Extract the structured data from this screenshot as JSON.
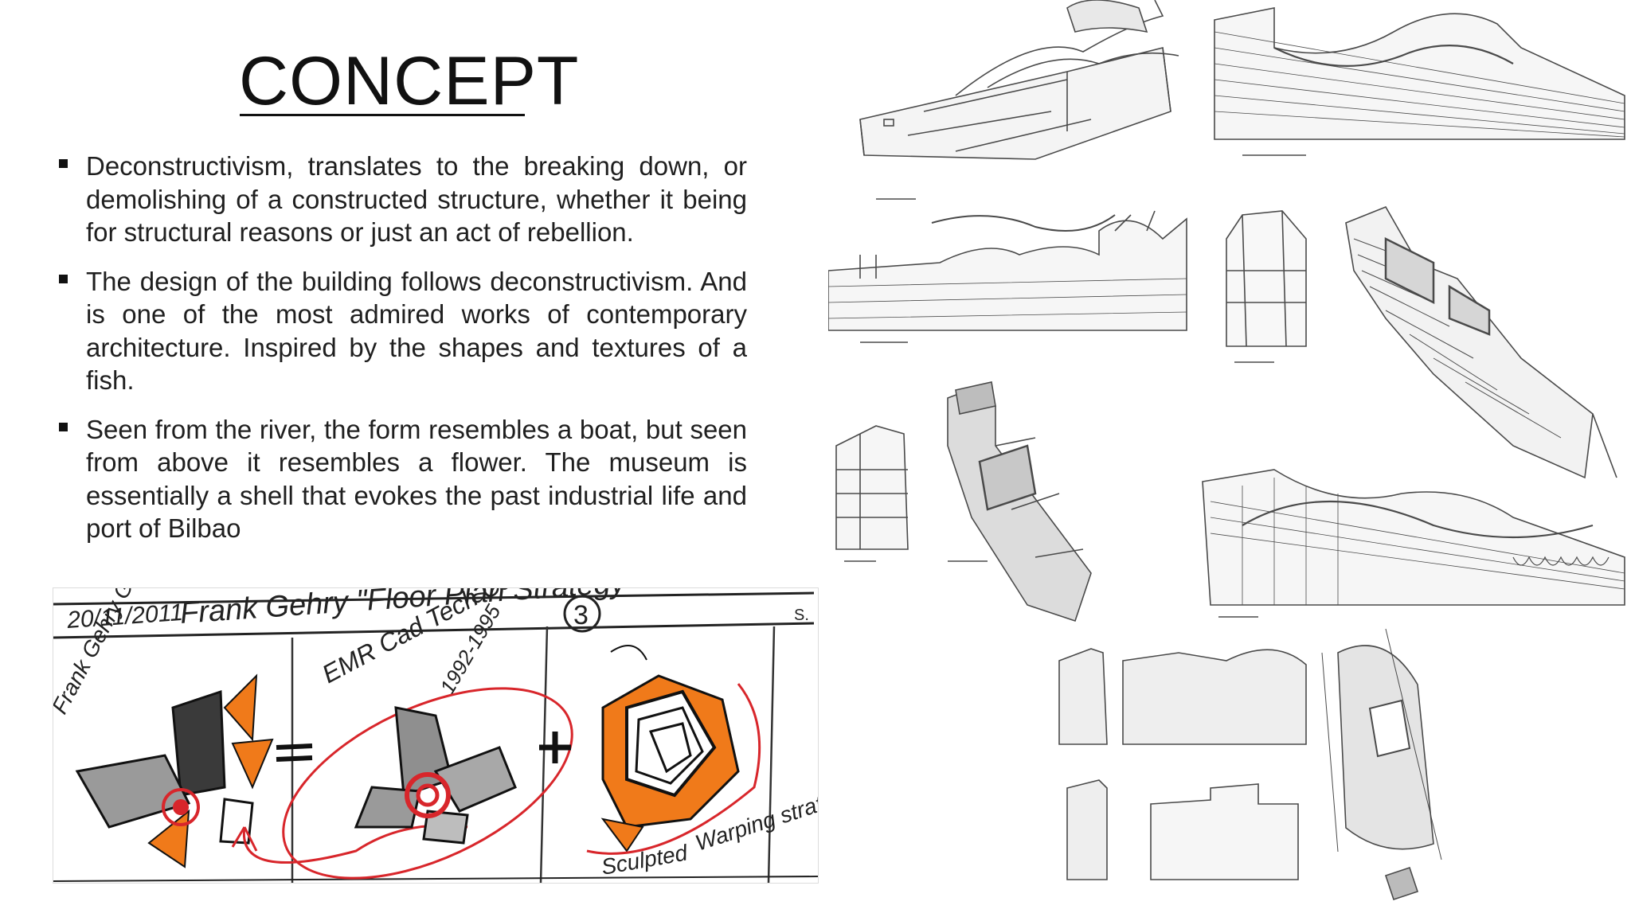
{
  "slide": {
    "title": "CONCEPT",
    "bullets": [
      "Deconstructivism, translates to the breaking down, or demolishing of a constructed structure, whether it being for structural reasons or just an act of rebellion.",
      " The design of the building follows deconstructivism. And is one of the most admired works of contemporary architecture. Inspired by the shapes and textures of a fish.",
      "Seen from the river, the form resembles a boat, but seen from above it resembles a flower. The museum is essentially a shell that evokes the past industrial life and port of Bilbao"
    ]
  },
  "sketch": {
    "date": "20/11/2011",
    "heading": "Frank Gehry \"Floor Plan Strategy\"",
    "page_number": "3",
    "left_label": "Frank Gehry Guggenheim",
    "middle_label": "EMR Cad Tech Catia",
    "years": "1992-1995",
    "bottom_label_1": "Sculpted",
    "bottom_label_2": "Warping strategy",
    "accent_orange": "#f07a1a",
    "accent_red": "#d8262b"
  },
  "drawings": {
    "line_color": "#4a4a4a"
  }
}
